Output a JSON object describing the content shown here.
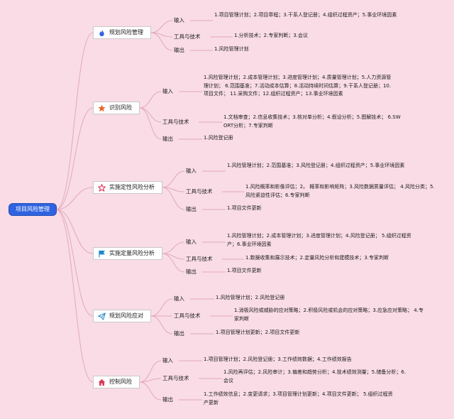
{
  "root": "项目风险管理",
  "processes": [
    {
      "title": "规划风险管理",
      "icon": "flame-icon",
      "icon_color": "#2f63e0",
      "items": [
        {
          "label": "输入",
          "text": "1.项目管理计划；2.项目章程；3.干系人登记册；4.组织过程资产；5.事业环境因素"
        },
        {
          "label": "工具与技术",
          "text": "1.分析技术；2.专家判断；3.会议"
        },
        {
          "label": "输出",
          "text": "1.风险管理计划"
        }
      ]
    },
    {
      "title": "识别风险",
      "icon": "star-icon",
      "icon_color": "#e8672a",
      "items": [
        {
          "label": "输入",
          "text": "1.风险管理计划；2.成本管理计划；3.进度管理计划；4.质量管理计划；5.人力资源管理计划； 6.范围基准；7.活动成本估算；8.活动持续时间估算；9.干系人登记册；10.项目文件； 11.采购文件；12.组织过程资产；13.事业环境因素"
        },
        {
          "label": "工具与技术",
          "text": "1.文档审查；2.信息收集技术；3.核对单分析；4.假设分析；5.图解技术； 6.SWORT分析；7.专家判断"
        },
        {
          "label": "输出",
          "text": "1.风险登记册"
        }
      ]
    },
    {
      "title": "实施定性风险分析",
      "icon": "star-outline-icon",
      "icon_color": "#d93a5a",
      "items": [
        {
          "label": "输入",
          "text": "1.风险管理计划；2.范围基准；3.风险登记册；4.组织过程资产；5.事业环境因素"
        },
        {
          "label": "工具与技术",
          "text": "1.风险概率和影像评估；2。 概率和影响矩阵；3.风险数据质量评估； 4.风险分类；5.风险紧迫性评估；6.专家判断"
        },
        {
          "label": "输出",
          "text": "1.项目文件更新"
        }
      ]
    },
    {
      "title": "实施定量风险分析",
      "icon": "flag-icon",
      "icon_color": "#1e88c8",
      "items": [
        {
          "label": "输入",
          "text": "1.风险管理计划；2.成本管理计划；3.进度管理计划；4.风险登记册； 5.组织过程资产；6.事业环境因素"
        },
        {
          "label": "工具与技术",
          "text": "1.数据收集和展示技术；2.定量风险分析和建模技术；3.专家判断"
        },
        {
          "label": "输出",
          "text": "1.项目文件更新"
        }
      ]
    },
    {
      "title": "规划风险应对",
      "icon": "paper-plane-icon",
      "icon_color": "#1e88c8",
      "items": [
        {
          "label": "输入",
          "text": "1.风险管理计划；2.风险登记册"
        },
        {
          "label": "工具与技术",
          "text": "1.消极风险或威胁的应对策略；2.积极风险或机会的应对策略；3.应急应对策略； 4.专家判断"
        },
        {
          "label": "输出",
          "text": "1.项目管理计划更新；2.项目文件更新"
        }
      ]
    },
    {
      "title": "控制风险",
      "icon": "home-icon",
      "icon_color": "#d93a5a",
      "items": [
        {
          "label": "输入",
          "text": "1.项目管理计划；2.风险登记册；3.工作绩效数据；4.工作绩效报告"
        },
        {
          "label": "工具与技术",
          "text": "1.风险再评估；2.风险审计；3.偏差和趋势分析；4.技术绩效测量；5.储备分析；6.会议"
        },
        {
          "label": "输出",
          "text": "1.工作绩效信息；2.变更请求；3.项目管理计划更新；4.项目文件更新； 5.组织过程资产更新"
        }
      ]
    }
  ]
}
